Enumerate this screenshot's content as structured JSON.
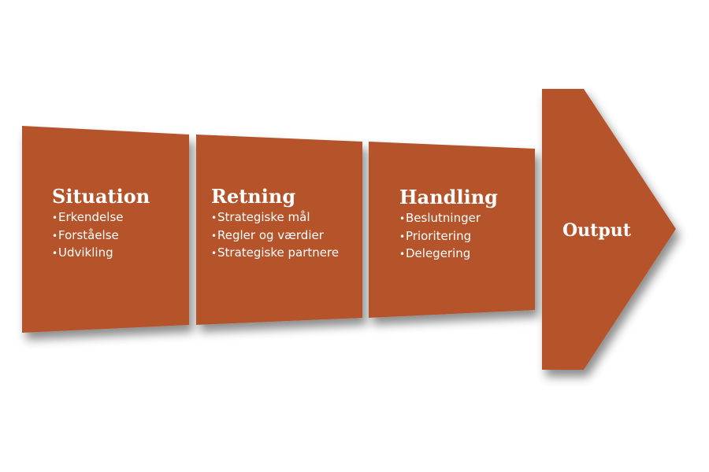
{
  "colors": {
    "block_fill": "#b5522b",
    "text": "#ffffff",
    "background": "#ffffff"
  },
  "blocks": [
    {
      "title": "Situation",
      "items": [
        "Erkendelse",
        "Forståelse",
        "Udvikling"
      ]
    },
    {
      "title": "Retning",
      "items": [
        "Strategiske mål",
        "Regler og værdier",
        "Strategiske partnere"
      ]
    },
    {
      "title": "Handling",
      "items": [
        "Beslutninger",
        "Prioritering",
        "Delegering"
      ]
    }
  ],
  "output": {
    "label": "Output"
  }
}
